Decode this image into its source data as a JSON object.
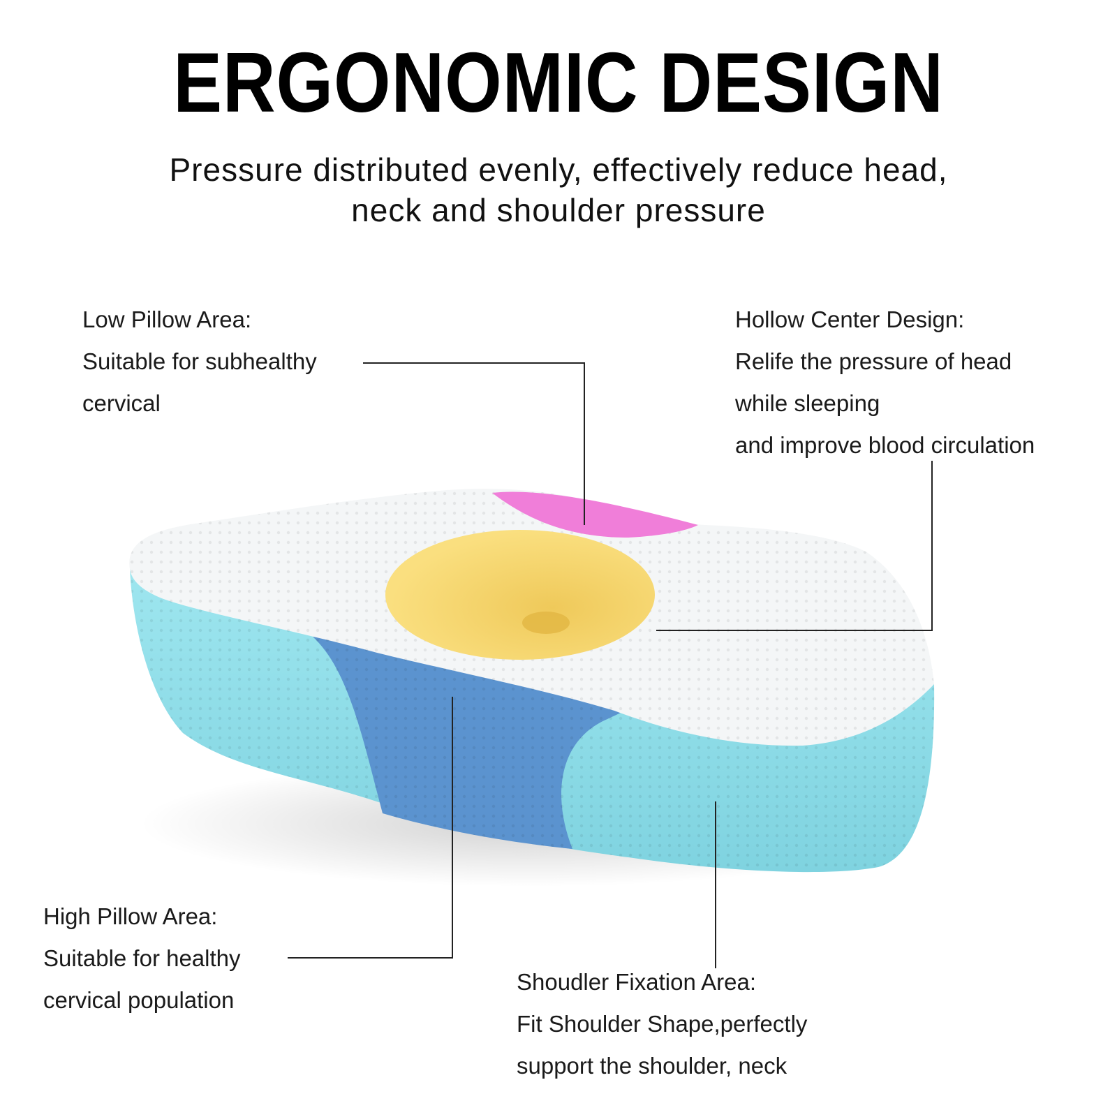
{
  "header": {
    "title": "ERGONOMIC DESIGN",
    "subtitle_line1": "Pressure distributed evenly,  effectively reduce head,",
    "subtitle_line2": "neck and shoulder pressure"
  },
  "callouts": {
    "low_pillow": {
      "heading": "Low Pillow Area:",
      "line1": "Suitable for subhealthy",
      "line2": "cervical"
    },
    "hollow_center": {
      "heading": "Hollow Center Design:",
      "line1": "Relife the pressure of head",
      "line2": "while sleeping",
      "line3": "and improve blood circulation"
    },
    "high_pillow": {
      "heading": "High Pillow Area:",
      "line1": "Suitable for healthy",
      "line2": "cervical population"
    },
    "shoulder_fixation": {
      "heading": "Shoudler Fixation Area:",
      "line1": "Fit Shoulder Shape,perfectly",
      "line2": "support the shoulder, neck"
    }
  },
  "colors": {
    "pillow_top": "#f4f6f7",
    "pillow_side": "#8fdfe9",
    "high_area": "#5b93cf",
    "hollow_center": "#f9dc78",
    "low_area": "#f07ed9",
    "leader_line": "#222222"
  }
}
